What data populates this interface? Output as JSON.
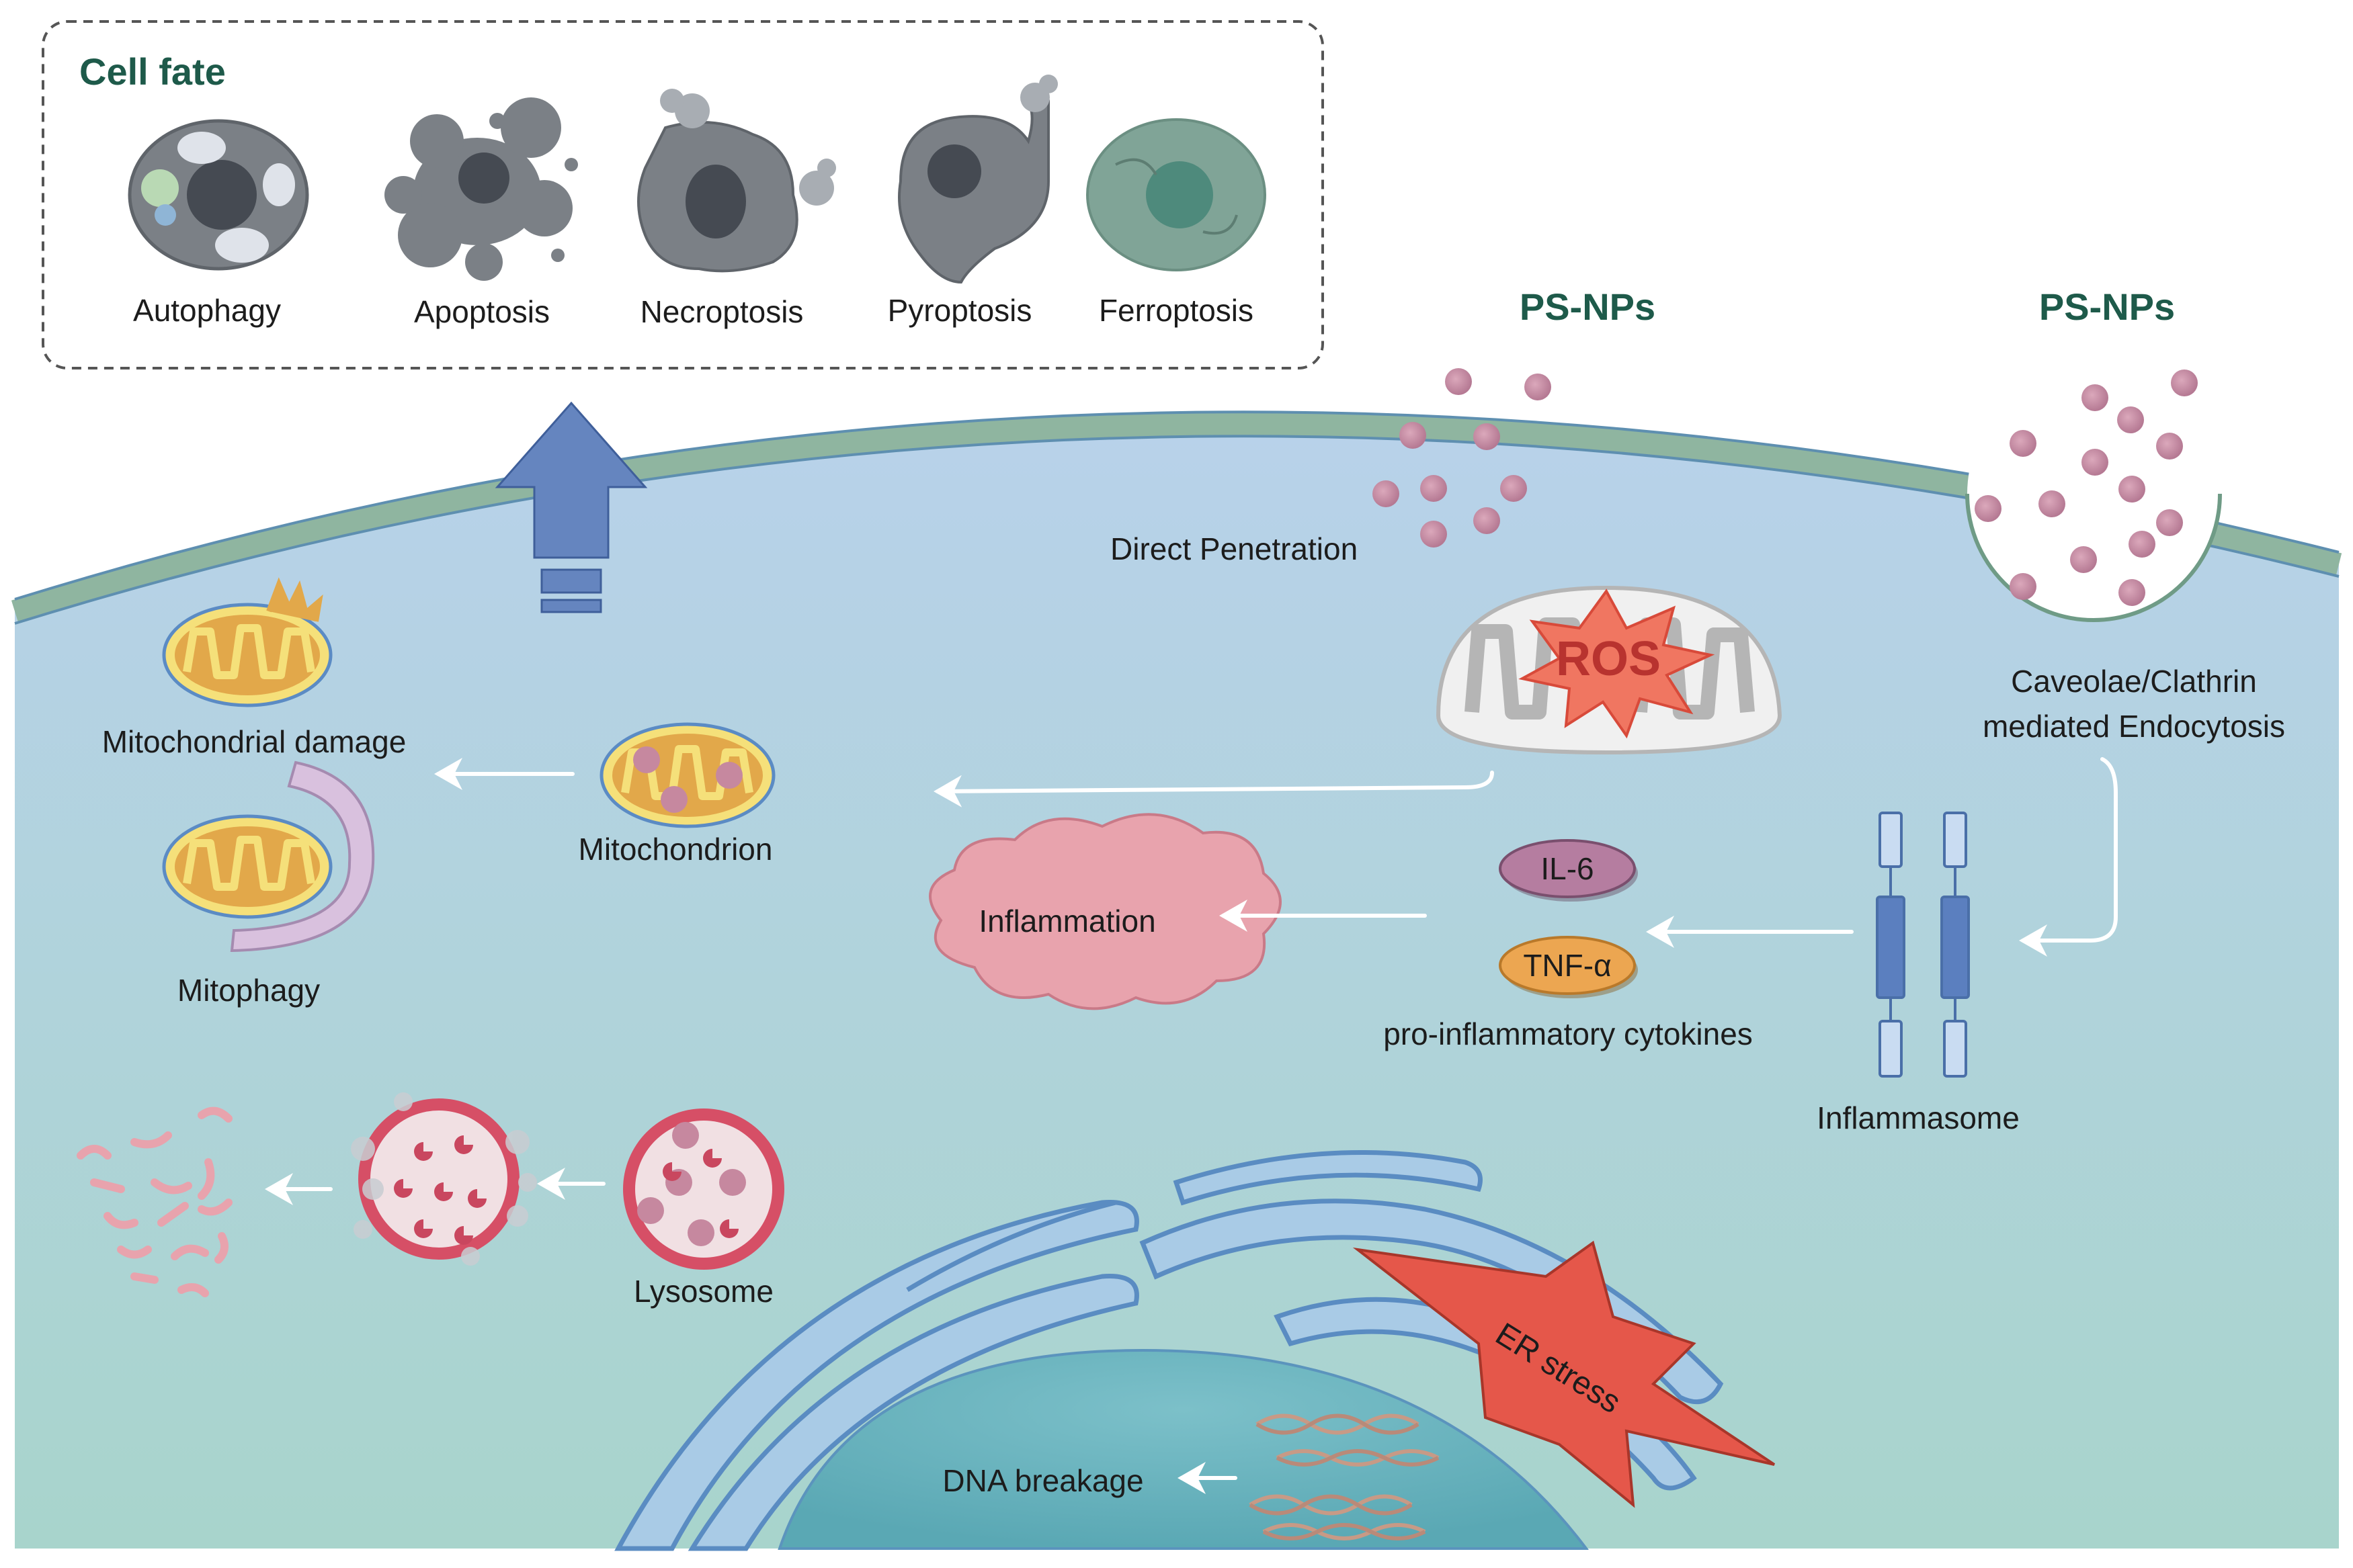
{
  "cell_fate": {
    "title": "Cell fate",
    "items": [
      {
        "label": "Autophagy",
        "icon": "autophagy-cell-icon"
      },
      {
        "label": "Apoptosis",
        "icon": "apoptosis-cell-icon"
      },
      {
        "label": "Necroptosis",
        "icon": "necroptosis-cell-icon"
      },
      {
        "label": "Pyroptosis",
        "icon": "pyroptosis-cell-icon"
      },
      {
        "label": "Ferroptosis",
        "icon": "ferroptosis-cell-icon"
      }
    ]
  },
  "uptake": {
    "direct": {
      "title": "PS-NPs",
      "label": "Direct Penetration"
    },
    "endocytosis": {
      "title": "PS-NPs",
      "label_line1": "Caveolae/Clathrin",
      "label_line2": "mediated Endocytosis"
    }
  },
  "organelles": {
    "ros": "ROS",
    "mitochondrion": "Mitochondrion",
    "mito_damage": "Mitochondrial damage",
    "mitophagy": "Mitophagy",
    "lysosome": "Lysosome",
    "inflammation": "Inflammation",
    "il6": "IL-6",
    "tnf": "TNF-α",
    "cytokines": "pro-inflammatory cytokines",
    "inflammasome": "Inflammasome",
    "er_stress": "ER stress",
    "dna_breakage": "DNA breakage"
  },
  "colors": {
    "membrane": "#8fb5a0",
    "cytoplasm_top": "#b7d3e8",
    "cytoplasm_bottom": "#a8d3cd",
    "particle": "#c6889f",
    "title_green": "#1e5a4a",
    "arrow_blue": "#6585bf"
  }
}
